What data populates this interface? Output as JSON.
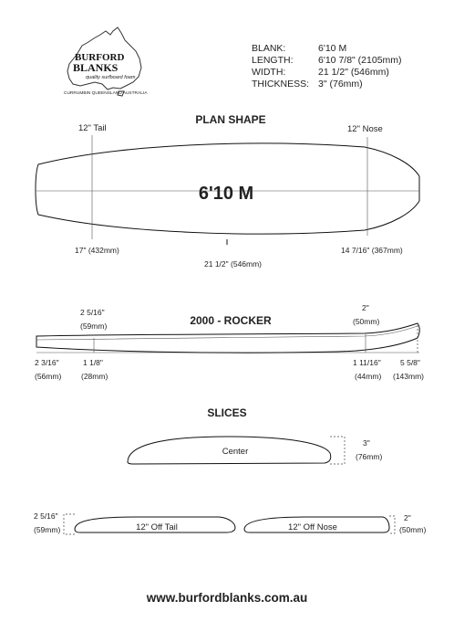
{
  "logo": {
    "brand_line1": "BURFORD",
    "brand_line2": "BLANKS",
    "tagline": "quality surfboard foam",
    "location": "CURRUMBIN QUEENSLAND AUSTRALIA"
  },
  "specs": [
    {
      "label": "BLANK:",
      "value": "6'10 M"
    },
    {
      "label": "LENGTH:",
      "value": "6'10 7/8\" (2105mm)"
    },
    {
      "label": "WIDTH:",
      "value": "21 1/2\" (546mm)"
    },
    {
      "label": "THICKNESS:",
      "value": "3\" (76mm)"
    }
  ],
  "plan": {
    "heading": "PLAN SHAPE",
    "model": "6'10 M",
    "tail_label": "12\" Tail",
    "nose_label": "12\" Nose",
    "tail_width": "17\" (432mm)",
    "center_width": "21 1/2\" (546mm)",
    "nose_width": "14 7/16\" (367mm)"
  },
  "rocker": {
    "heading": "2000 - ROCKER",
    "tail12_in": "2 5/16\"",
    "tail12_mm": "(59mm)",
    "nose12_in": "2\"",
    "nose12_mm": "(50mm)",
    "tail_end_in": "2 3/16\"",
    "tail_end_mm": "(56mm)",
    "tail_off_in": "1 1/8\"",
    "tail_off_mm": "(28mm)",
    "nose_off_in": "1 11/16\"",
    "nose_off_mm": "(44mm)",
    "nose_end_in": "5 5/8\"",
    "nose_end_mm": "(143mm)"
  },
  "slices": {
    "heading": "SLICES",
    "center_label": "Center",
    "center_in": "3\"",
    "center_mm": "(76mm)",
    "tail_label": "12\"  Off Tail",
    "tail_in": "2 5/16\"",
    "tail_mm": "(59mm)",
    "nose_label": "12\"  Off Nose",
    "nose_in": "2\"",
    "nose_mm": "(50mm)"
  },
  "footer": {
    "url": "www.burfordblanks.com.au"
  }
}
